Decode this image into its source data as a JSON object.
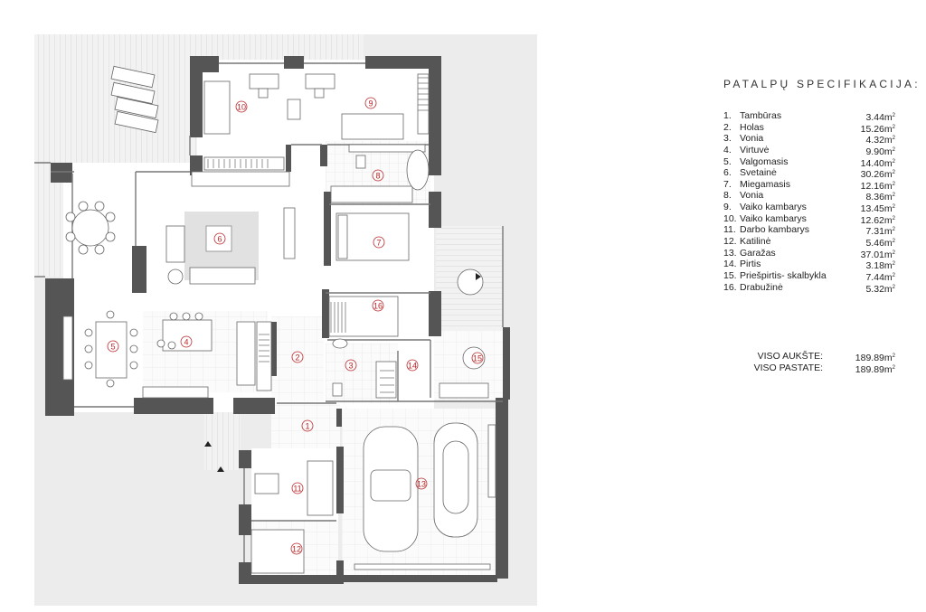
{
  "spec_title": "PATALPŲ SPECIFIKACIJA:",
  "rooms": [
    {
      "no": "1.",
      "name": "Tambūras",
      "area": "3.44m",
      "unit_sup": "2"
    },
    {
      "no": "2.",
      "name": "Holas",
      "area": "15.26m",
      "unit_sup": "2"
    },
    {
      "no": "3.",
      "name": "Vonia",
      "area": "4.32m",
      "unit_sup": "2"
    },
    {
      "no": "4.",
      "name": "Virtuvė",
      "area": "9.90m",
      "unit_sup": "2"
    },
    {
      "no": "5.",
      "name": "Valgomasis",
      "area": "14.40m",
      "unit_sup": "2"
    },
    {
      "no": "6.",
      "name": "Svetainė",
      "area": "30.26m",
      "unit_sup": "2"
    },
    {
      "no": "7.",
      "name": "Miegamasis",
      "area": "12.16m",
      "unit_sup": "2"
    },
    {
      "no": "8.",
      "name": "Vonia",
      "area": "8.36m",
      "unit_sup": "2"
    },
    {
      "no": "9.",
      "name": "Vaiko kambarys",
      "area": "13.45m",
      "unit_sup": "2"
    },
    {
      "no": "10.",
      "name": "Vaiko kambarys",
      "area": "12.62m",
      "unit_sup": "2"
    },
    {
      "no": "11.",
      "name": "Darbo kambarys",
      "area": "7.31m",
      "unit_sup": "2"
    },
    {
      "no": "12.",
      "name": "Katilinė",
      "area": "5.46m",
      "unit_sup": "2"
    },
    {
      "no": "13.",
      "name": "Garažas",
      "area": "37.01m",
      "unit_sup": "2"
    },
    {
      "no": "14.",
      "name": "Pirtis",
      "area": "3.18m",
      "unit_sup": "2"
    },
    {
      "no": "15.",
      "name": "Priešpirtis- skalbykla",
      "area": "7.44m",
      "unit_sup": "2"
    },
    {
      "no": "16.",
      "name": "Drabužinė",
      "area": "5.32m",
      "unit_sup": "2"
    }
  ],
  "totals": [
    {
      "label": "VISO AUKŠTE:",
      "area": "189.89m",
      "unit_sup": "2"
    },
    {
      "label": "VISO PASTATE:",
      "area": "189.89m",
      "unit_sup": "2"
    }
  ],
  "plan_labels": [
    "1",
    "2",
    "3",
    "4",
    "5",
    "6",
    "7",
    "8",
    "9",
    "10",
    "11",
    "12",
    "13",
    "14",
    "15",
    "16"
  ],
  "colors": {
    "wall": "#555555",
    "label": "#b8262a",
    "terrace": "#eeeeee",
    "floor_tile": "#dddddd"
  }
}
